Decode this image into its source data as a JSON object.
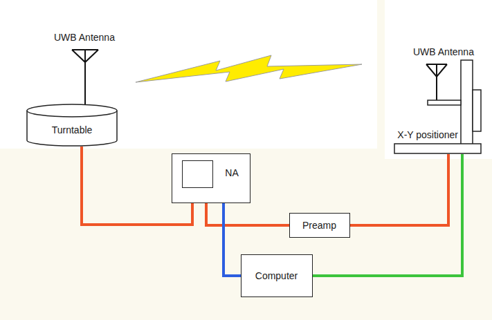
{
  "diagram": {
    "nodes": [
      {
        "text": [
          "Turntable"
        ]
      },
      {
        "text": [
          "X-Y positioner"
        ]
      },
      {
        "text": [
          "NA"
        ]
      },
      {
        "text": [
          "Preamp"
        ]
      },
      {
        "text": [
          "Computer"
        ]
      }
    ],
    "edges": [
      {
        "from": 0,
        "to": 2,
        "arrow": "none"
      },
      {
        "from": 2,
        "to": 3,
        "arrow": "none"
      },
      {
        "from": 3,
        "to": 1,
        "arrow": "none"
      },
      {
        "from": 2,
        "to": 4,
        "arrow": "none"
      },
      {
        "from": 4,
        "to": 1,
        "arrow": "none"
      }
    ],
    "labels": [
      "UWB Antenna",
      "UWB Antenna"
    ]
  }
}
